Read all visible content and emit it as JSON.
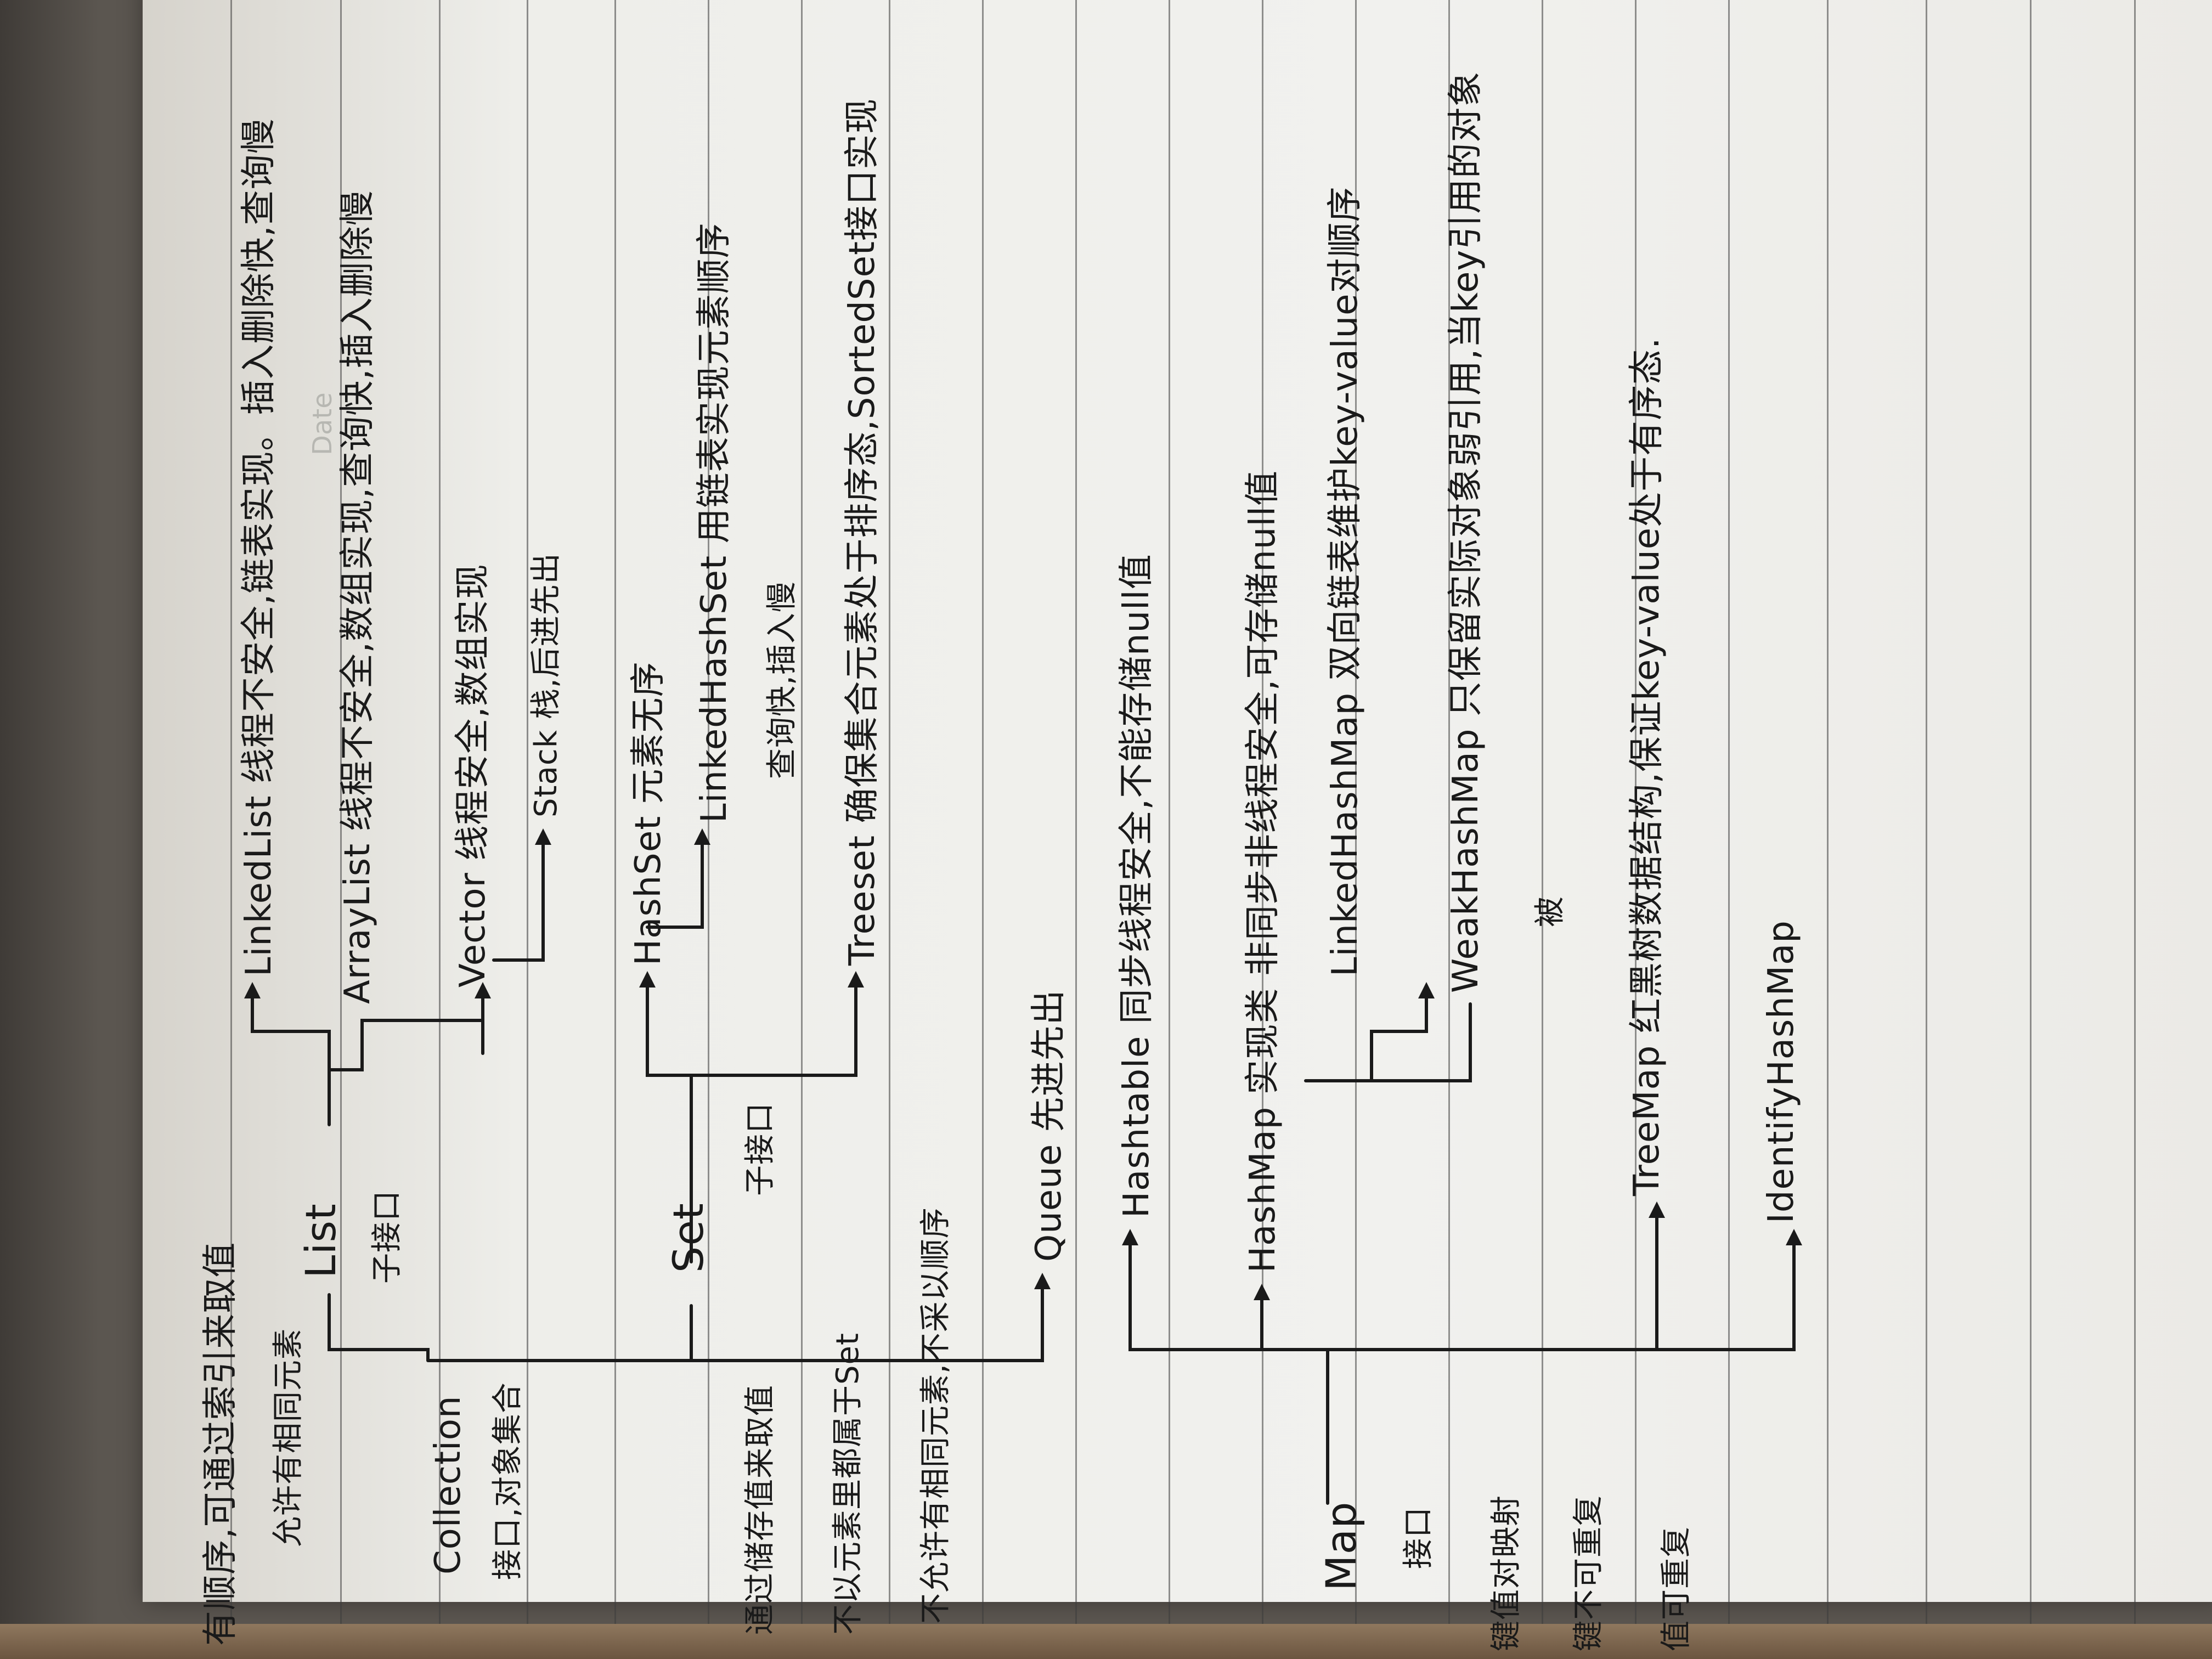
{
  "notes": {
    "collection": {
      "root": "Collection",
      "root_desc": "接口,对象集合",
      "list": "List",
      "list_desc": "子接口",
      "list_note_1": "有顺序,可通过索引来取值",
      "list_note_2": "允许有相同元素",
      "linkedlist": "LinkedList 线程不安全,链表实现。插入删除快,查询慢",
      "arraylist": "ArrayList 线程不安全,数组实现,查询快,插入删除慢",
      "vector": "Vector 线程安全,数组实现",
      "stack": "Stack 栈,后进先出",
      "set": "Set",
      "set_desc": "子接口",
      "set_note_1": "通过储存值来取值",
      "set_note_2": "不以元素里都属于Set",
      "set_note_3": "不允许有相同元素,不采以顺序",
      "hashset": "HashSet 元素无序",
      "linkedhashset": "LinkedHashSet 用链表实现元素顺序",
      "linkedhashset_2": "查询快,插入慢",
      "treeset": "Treeset 确保集合元素处于排序态,SortedSet接口实现",
      "queue": "Queue 先进先出"
    },
    "map": {
      "root": "Map",
      "root_desc": "接口",
      "root_note_1": "键值对映射",
      "root_note_2": "键不可重复",
      "root_note_3": "值可重复",
      "hashtable": "Hashtable 同步线程安全,不能存储null值",
      "hashmap": "HashMap 实现类 非同步非线程安全,可存储null值",
      "linkedhashmap": "LinkedHashMap 双向链表维护key-value对顺序",
      "weakhashmap": "WeakHashMap 只保留实际对象弱引用,当key引用的对象",
      "weakhashmap_2": "被",
      "treemap": "TreeMap 红黑树数据结构,保证key-value处于有序态.",
      "identityhashmap": "IdentifyHashMap"
    },
    "ghost_header": "Date"
  }
}
